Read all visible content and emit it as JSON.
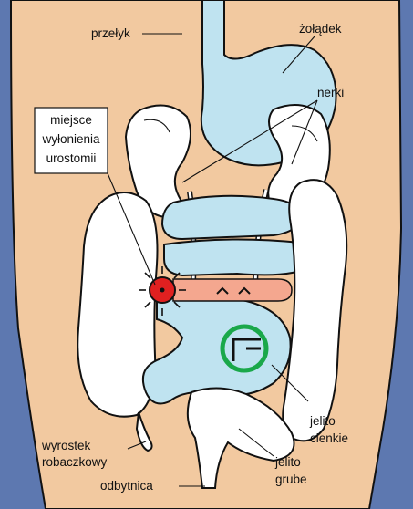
{
  "labels": {
    "esophagus": "przełyk",
    "stomach": "żołądek",
    "kidneys": "nerki",
    "stoma_site_line1": "miejsce",
    "stoma_site_line2": "wyłonienia",
    "stoma_site_line3": "urostomii",
    "appendix_line1": "wyrostek",
    "appendix_line2": "robaczkowy",
    "rectum": "odbytnica",
    "small_intestine_line1": "jelito",
    "small_intestine_line2": "cienkie",
    "large_intestine_line1": "jelito",
    "large_intestine_line2": "grube"
  },
  "colors": {
    "side_panels": "#5d78b0",
    "skin": "#f2c9a0",
    "organ_blue": "#bfe3f0",
    "outline": "#111111",
    "stoma_red": "#e02020",
    "ileal_conduit": "#f4a78f",
    "highlight_ring": "#1aa84a",
    "white_organ": "#ffffff"
  }
}
